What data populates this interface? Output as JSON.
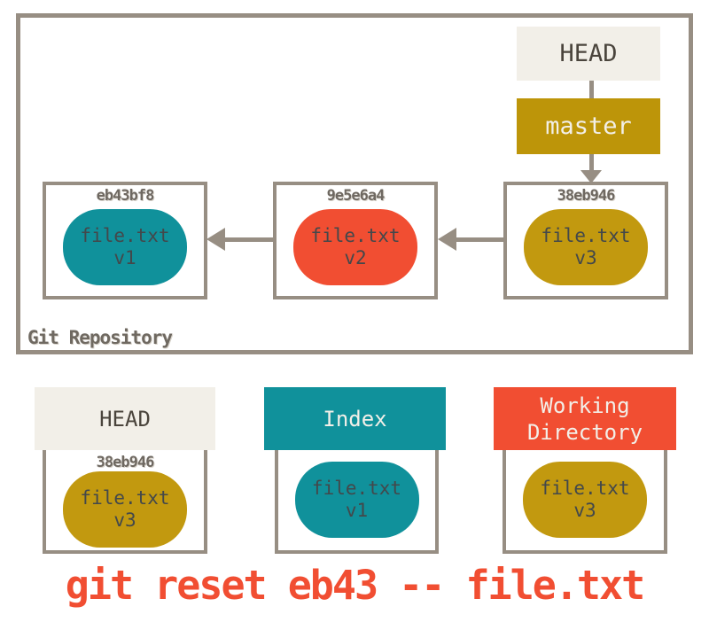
{
  "colors": {
    "teal": "#10919B",
    "orange": "#F14E32",
    "gold": "#C2990F",
    "branch_gold": "#BD9509",
    "cream": "#F2EFE8",
    "border_gray": "#978E83",
    "dark_text": "#4A443C",
    "hash_text": "#6E6861",
    "command_text": "#F14E32"
  },
  "repository": {
    "label": "Git Repository",
    "head_label": "HEAD",
    "branch_label": "master",
    "commits": [
      {
        "hash": "eb43bf8",
        "file": "file.txt",
        "version": "v1"
      },
      {
        "hash": "9e5e6a4",
        "file": "file.txt",
        "version": "v2"
      },
      {
        "hash": "38eb946",
        "file": "file.txt",
        "version": "v3"
      }
    ]
  },
  "trees": [
    {
      "title": "HEAD",
      "hash": "38eb946",
      "file": "file.txt",
      "version": "v3"
    },
    {
      "title": "Index",
      "file": "file.txt",
      "version": "v1"
    },
    {
      "title": "Working Directory",
      "file": "file.txt",
      "version": "v3"
    }
  ],
  "command": "git reset eb43 -- file.txt"
}
